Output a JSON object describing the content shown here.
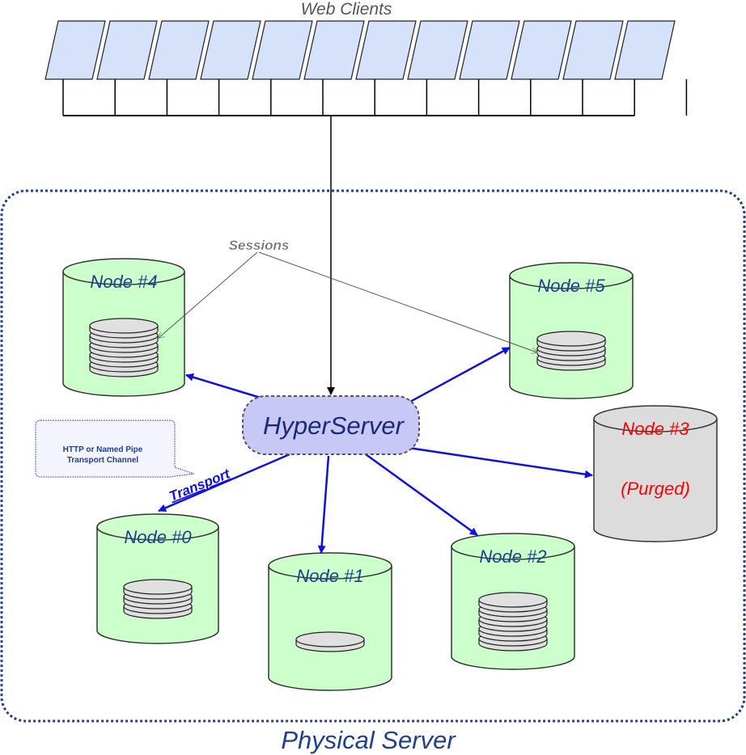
{
  "title": "Web Clients",
  "container_label": "Physical Server",
  "hub_label": "HyperServer",
  "sessions_label": "Sessions",
  "transport_label": "Transport",
  "callout": {
    "line1": "HTTP or Named Pipe",
    "line2": "Transport Channel"
  },
  "client_count": 12,
  "nodes": [
    {
      "id": "node4",
      "label": "Node #4",
      "disks": 5,
      "status": "active"
    },
    {
      "id": "node5",
      "label": "Node #5",
      "disks": 3,
      "status": "active"
    },
    {
      "id": "node3",
      "label": "Node #3",
      "sublabel": "(Purged)",
      "disks": 0,
      "status": "purged"
    },
    {
      "id": "node0",
      "label": "Node #0",
      "disks": 3,
      "status": "active"
    },
    {
      "id": "node1",
      "label": "Node #1",
      "disks": 1,
      "status": "active"
    },
    {
      "id": "node2",
      "label": "Node #2",
      "disks": 5,
      "status": "active"
    }
  ],
  "colors": {
    "client_fill": "#d6e2fa",
    "node_fill": "#ccffcc",
    "purged_fill": "#dcdcdc",
    "disk_fill": "#e0e0e0",
    "hub_fill": "#c8c8f6",
    "node_label": "#1f3f8f",
    "purged_label": "#ff0000",
    "arrow": "#1010e0",
    "container_border": "#1f3f8f",
    "sessions": "#707070"
  }
}
